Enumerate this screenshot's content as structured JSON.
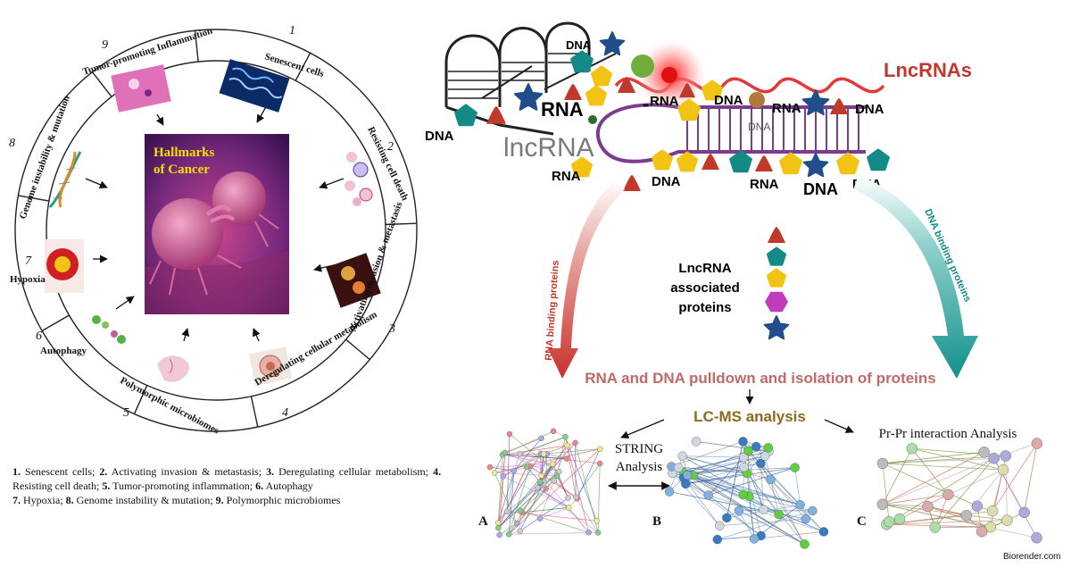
{
  "left_panel": {
    "center_title": [
      "Hallmarks",
      "of Cancer"
    ],
    "segments": [
      {
        "number": "1",
        "label": "Senescent cells"
      },
      {
        "number": "2",
        "label": "Resisting cell death"
      },
      {
        "number": "3",
        "label": "Activating invasion & metastasis"
      },
      {
        "number": "4",
        "label": "Deregulating cellular metabolism"
      },
      {
        "number": "5",
        "label": "Polymorphic microbiomes"
      },
      {
        "number": "6",
        "label": "Autophagy"
      },
      {
        "number": "7",
        "label": "Hypoxia"
      },
      {
        "number": "8",
        "label": "Genome instability & mutation"
      },
      {
        "number": "9",
        "label": "Tumor-promoting Inflammation"
      }
    ],
    "legend": [
      {
        "num": "1.",
        "text": "Senescent cells;"
      },
      {
        "num": "2.",
        "text": "Activating invasion & metastasis;"
      },
      {
        "num": "3.",
        "text": "Deregulating cellular metabolism;"
      },
      {
        "num": "4.",
        "text": "Resisting cell death;"
      },
      {
        "num": "5.",
        "text": "Tumor-promoting inflammation;"
      },
      {
        "num": "6.",
        "text": "Autophagy"
      },
      {
        "num": "7.",
        "text": "Hypoxia;"
      },
      {
        "num": "8.",
        "text": "Genome instability & mutation;"
      },
      {
        "num": "9.",
        "text": "Polymorphic microbiomes"
      }
    ]
  },
  "right_panel": {
    "lncrnas_label": "LncRNAs",
    "lncrna_label": "lncRNA",
    "rna_label": "RNA",
    "dna_label": "DNA",
    "minus_label": "-",
    "rna_binding": "RNA binding proteins",
    "dna_binding": "DNA binding proteins",
    "associated_proteins": [
      "LncRNA",
      "associated",
      "proteins"
    ],
    "pulldown": "RNA and DNA pulldown and isolation of proteins",
    "lcms": "LC-MS analysis",
    "string_analysis": [
      "STRING",
      "Analysis"
    ],
    "prpr": "Pr-Pr interaction Analysis",
    "panel_a": "A",
    "panel_b": "B",
    "panel_c": "C",
    "credit": "Biorender.com"
  },
  "colors": {
    "red": "#c0392b",
    "teal": "#138a86",
    "yellow": "#f2c313",
    "navy": "#1f4e8a",
    "magenta": "#c13bbd",
    "lncrna_red": "#e03a3a",
    "purple": "#7b3b8f",
    "pulldown_text": "#c06a6a",
    "lcms_text": "#8a6a1e"
  }
}
